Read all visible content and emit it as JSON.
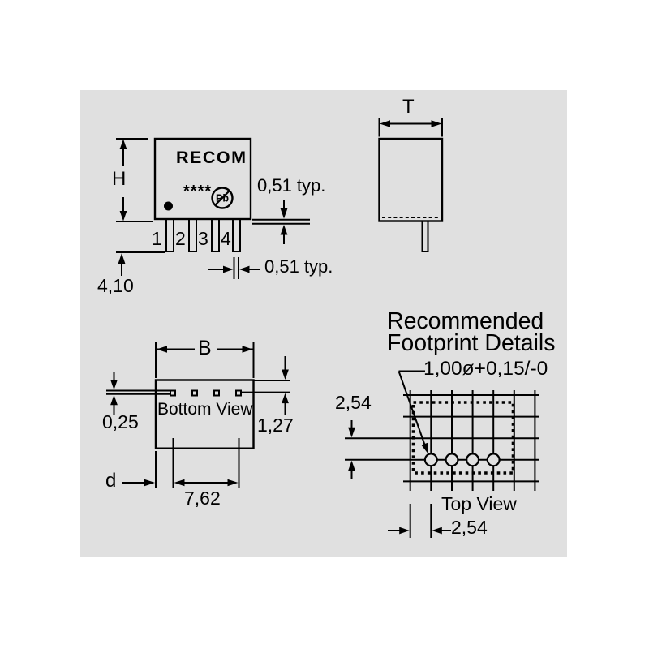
{
  "views": {
    "front": {
      "brand": "RECOM",
      "marking": "****",
      "pb_label": "Pb",
      "pins": [
        "1",
        "2",
        "3",
        "4"
      ],
      "dims": {
        "height": "H",
        "pin_length": "4,10",
        "lead_thickness": "0,51 typ.",
        "lead_width": "0,51 typ."
      }
    },
    "side": {
      "dims": {
        "depth": "T"
      }
    },
    "bottom": {
      "label": "Bottom View",
      "dims": {
        "width": "B",
        "lead_thickness": "0,25",
        "row_offset": "1,27",
        "pin_span": "7,62",
        "edge_offset": "d"
      }
    },
    "footprint": {
      "title_line1": "Recommended",
      "title_line2": "Footprint Details",
      "hole_spec": "1,00ø+0,15/-0",
      "label": "Top View",
      "dims": {
        "row_pitch": "2,54",
        "pin_pitch": "2,54"
      }
    }
  },
  "colors": {
    "page_background": "#ffffff",
    "drawing_background": "#e0e0e0",
    "line": "#000000"
  }
}
